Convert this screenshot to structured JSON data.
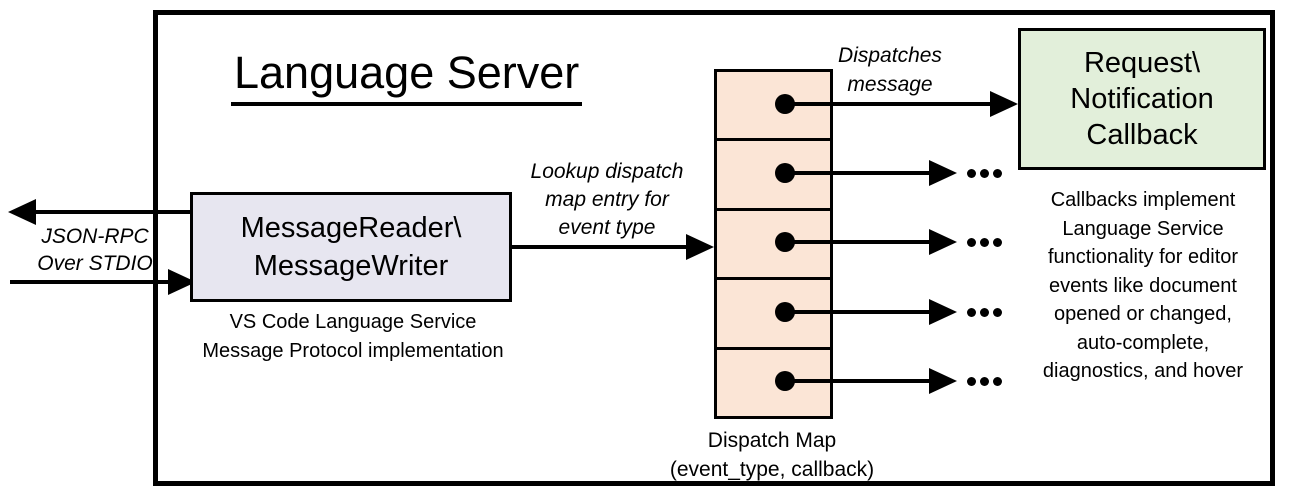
{
  "diagram": {
    "title": "Language Server",
    "colors": {
      "reader_box_fill": "#e7e6f0",
      "dispatch_map_fill": "#fbe5d6",
      "callback_box_fill": "#e2efda",
      "line_color": "#000000",
      "background": "#ffffff"
    },
    "reader_box": {
      "lines": [
        "MessageReader\\",
        "MessageWriter"
      ]
    },
    "reader_caption": {
      "lines": [
        "VS Code Language Service",
        "Message Protocol implementation"
      ]
    },
    "stdio_label": {
      "lines": [
        "JSON-RPC",
        "Over STDIO"
      ]
    },
    "lookup_label": {
      "lines": [
        "Lookup dispatch",
        "map entry for",
        "event type"
      ]
    },
    "dispatches_label": {
      "lines": [
        "Dispatches",
        "message"
      ]
    },
    "callback_box": {
      "lines": [
        "Request\\",
        "Notification",
        "Callback"
      ]
    },
    "dispatch_map": {
      "cell_count": 5,
      "caption": {
        "lines": [
          "Dispatch Map",
          "(event_type, callback)"
        ]
      }
    },
    "callbacks_note": {
      "lines": [
        "Callbacks implement",
        "Language Service",
        "functionality for editor",
        "events like document",
        "opened or changed,",
        "auto-complete,",
        "diagnostics, and hover"
      ]
    },
    "ellipsis_icon": "..."
  }
}
